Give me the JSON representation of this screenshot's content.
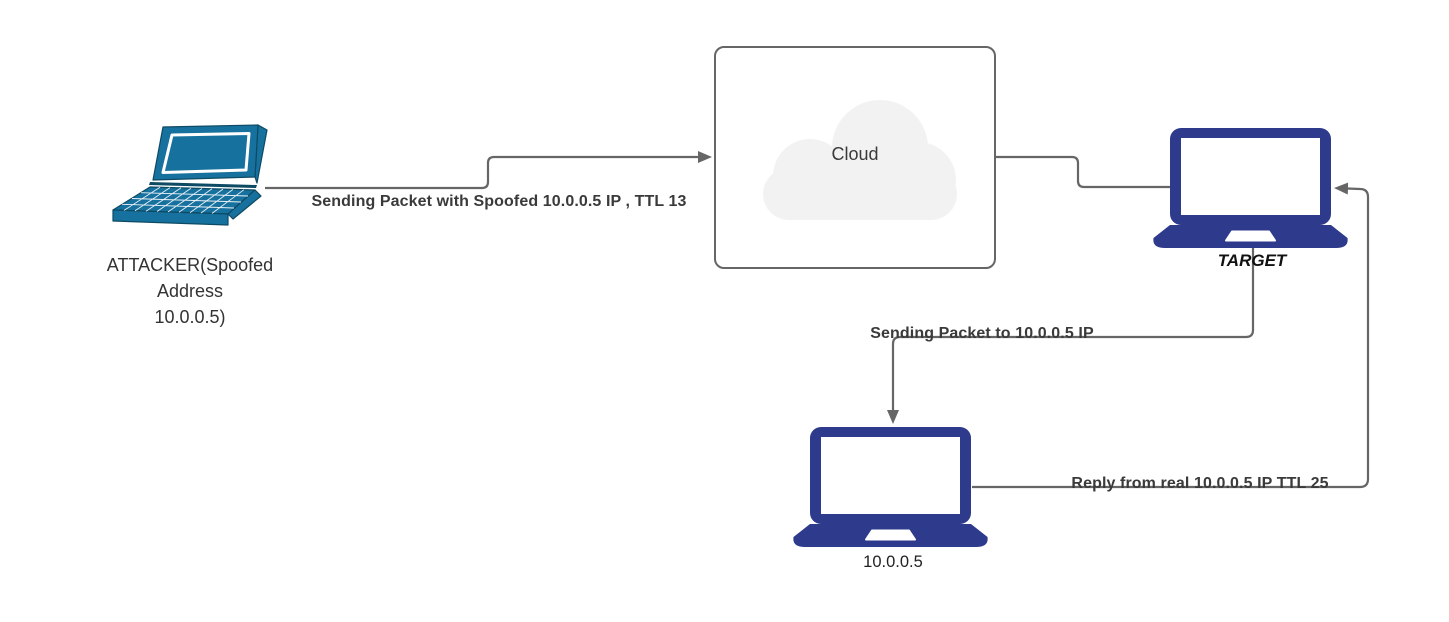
{
  "diagram": {
    "colors": {
      "background": "#ffffff",
      "connector": "#666666",
      "box_border": "#666666",
      "cloud_fill": "#f2f2f2",
      "attacker_teal": "#17719f",
      "attacker_outline": "#0d4a63",
      "laptop_navy": "#2e3a8c",
      "edge_label_text": "#3a3a3a",
      "node_label_text": "#333333"
    },
    "nodes": {
      "attacker": {
        "lines": [
          "ATTACKER(Spoofed",
          "Address",
          "10.0.0.5)"
        ]
      },
      "cloud": {
        "label": "Cloud"
      },
      "target": {
        "label": "TARGET"
      },
      "host": {
        "label": "10.0.0.5"
      }
    },
    "edges": {
      "spoofed_packet": {
        "label": "Sending Packet with Spoofed 10.0.0.5 IP , TTL 13"
      },
      "cloud_to_target": {
        "label": ""
      },
      "forward_packet": {
        "label": "Sending Packet to 10.0.0.5 IP"
      },
      "reply_packet": {
        "label": "Reply from real 10.0.0.5 IP TTL 25"
      }
    }
  }
}
